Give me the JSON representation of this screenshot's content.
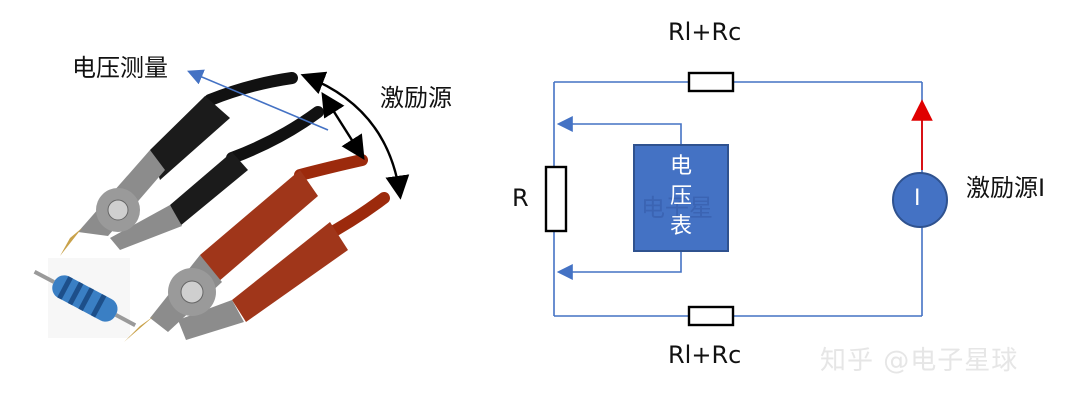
{
  "photo": {
    "label_voltage": "电压测量",
    "label_source": "激励源"
  },
  "circuit": {
    "top_resistor_label": "Rl+Rc",
    "bottom_resistor_label": "Rl+Rc",
    "dut_label": "R",
    "source_label": "激励源I",
    "source_symbol": "I",
    "meter_text": [
      "电",
      "压",
      "表"
    ],
    "meter_watermark": "电子星",
    "wire_color": "#4472c4",
    "source_arrow_color": "#e00000"
  },
  "watermark": "知乎 @电子星球"
}
